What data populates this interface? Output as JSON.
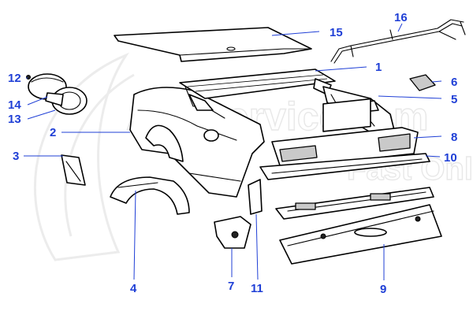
{
  "colors": {
    "callout": "#1f3fd6",
    "outline": "#000000",
    "shade": "#c9c9c9",
    "watermark": "#e8e8e8"
  },
  "watermark": {
    "line1": "AlfaServiceCom",
    "line2": "Fast Online",
    "emblem": "swoosh-logo"
  },
  "callouts": [
    "1",
    "2",
    "3",
    "4",
    "5",
    "6",
    "7",
    "8",
    "9",
    "10",
    "11",
    "12",
    "13",
    "14",
    "15",
    "16"
  ]
}
